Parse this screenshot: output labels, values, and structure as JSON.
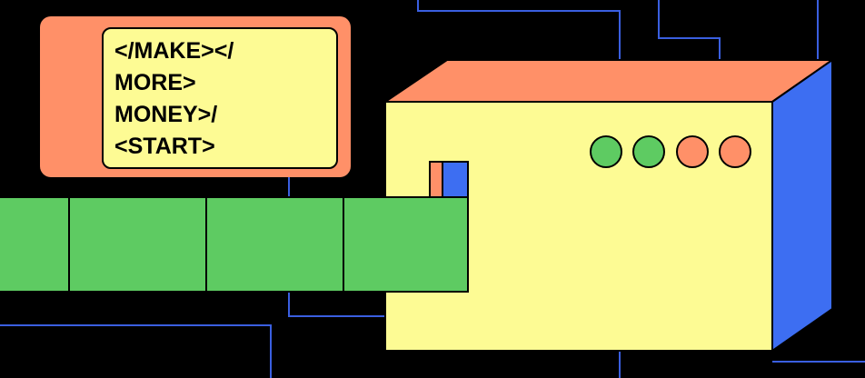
{
  "code_sign": {
    "lines": [
      "</MAKE></",
      "MORE>",
      "MONEY>/",
      "<START>"
    ]
  },
  "machine": {
    "indicator_lights": [
      {
        "name": "light-1",
        "color": "#5ecb62"
      },
      {
        "name": "light-2",
        "color": "#5ecb62"
      },
      {
        "name": "light-3",
        "color": "#ff9068"
      },
      {
        "name": "light-4",
        "color": "#ff9068"
      }
    ]
  },
  "conveyor": {
    "segment_count": 4
  },
  "colors": {
    "background": "#000000",
    "circuit_lines": "#3a5fe0",
    "sign_frame": "#ff9068",
    "sign_screen": "#fdfb94",
    "machine_front": "#fdfb94",
    "machine_top": "#ff9068",
    "machine_side": "#3d6ef2",
    "conveyor": "#5ecb62",
    "outline": "#000000"
  }
}
